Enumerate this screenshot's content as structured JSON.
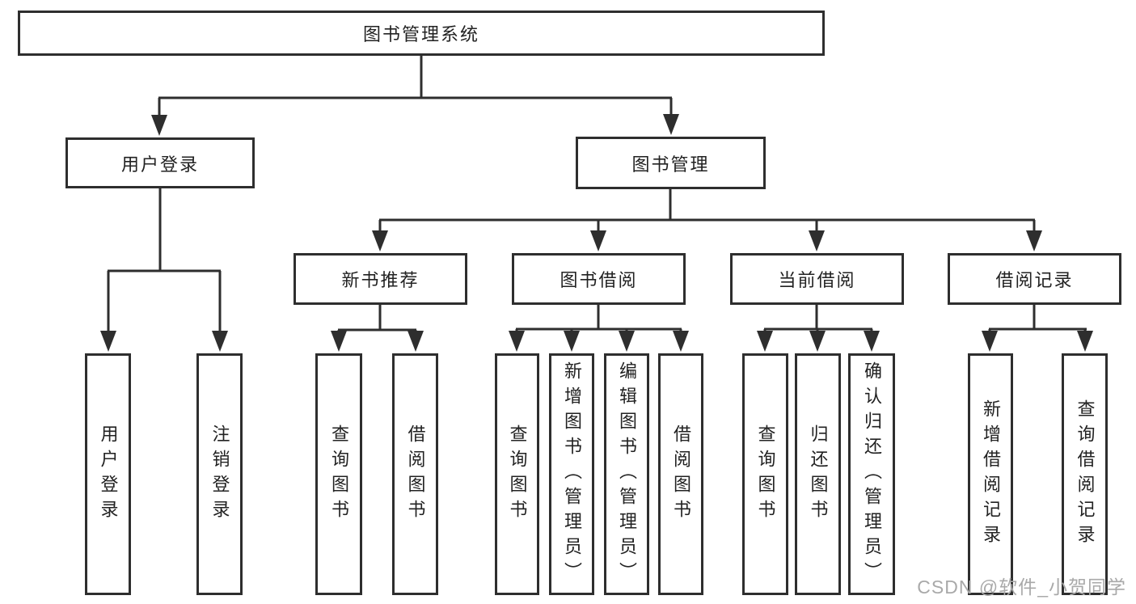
{
  "diagram_title": "图书管理系统",
  "tree": {
    "label": "图书管理系统",
    "children": [
      {
        "label": "用户登录",
        "children": [
          {
            "label": "用户登录"
          },
          {
            "label": "注销登录"
          }
        ]
      },
      {
        "label": "图书管理",
        "children": [
          {
            "label": "新书推荐",
            "children": [
              {
                "label": "查询图书"
              },
              {
                "label": "借阅图书"
              }
            ]
          },
          {
            "label": "图书借阅",
            "children": [
              {
                "label": "查询图书"
              },
              {
                "label": "新增图书（管理员）"
              },
              {
                "label": "编辑图书（管理员）"
              },
              {
                "label": "借阅图书"
              }
            ]
          },
          {
            "label": "当前借阅",
            "children": [
              {
                "label": "查询图书"
              },
              {
                "label": "归还图书"
              },
              {
                "label": "确认归还（管理员）"
              }
            ]
          },
          {
            "label": "借阅记录",
            "children": [
              {
                "label": "新增借阅记录"
              },
              {
                "label": "查询借阅记录"
              }
            ]
          }
        ]
      }
    ]
  },
  "watermark": {
    "text": "CSDN @软件_小贺同学"
  },
  "colors": {
    "line": "#2e2e2e",
    "box_border": "#2e2e2e",
    "text": "#222222",
    "watermark": "#a9a9a9",
    "background": "#ffffff"
  }
}
